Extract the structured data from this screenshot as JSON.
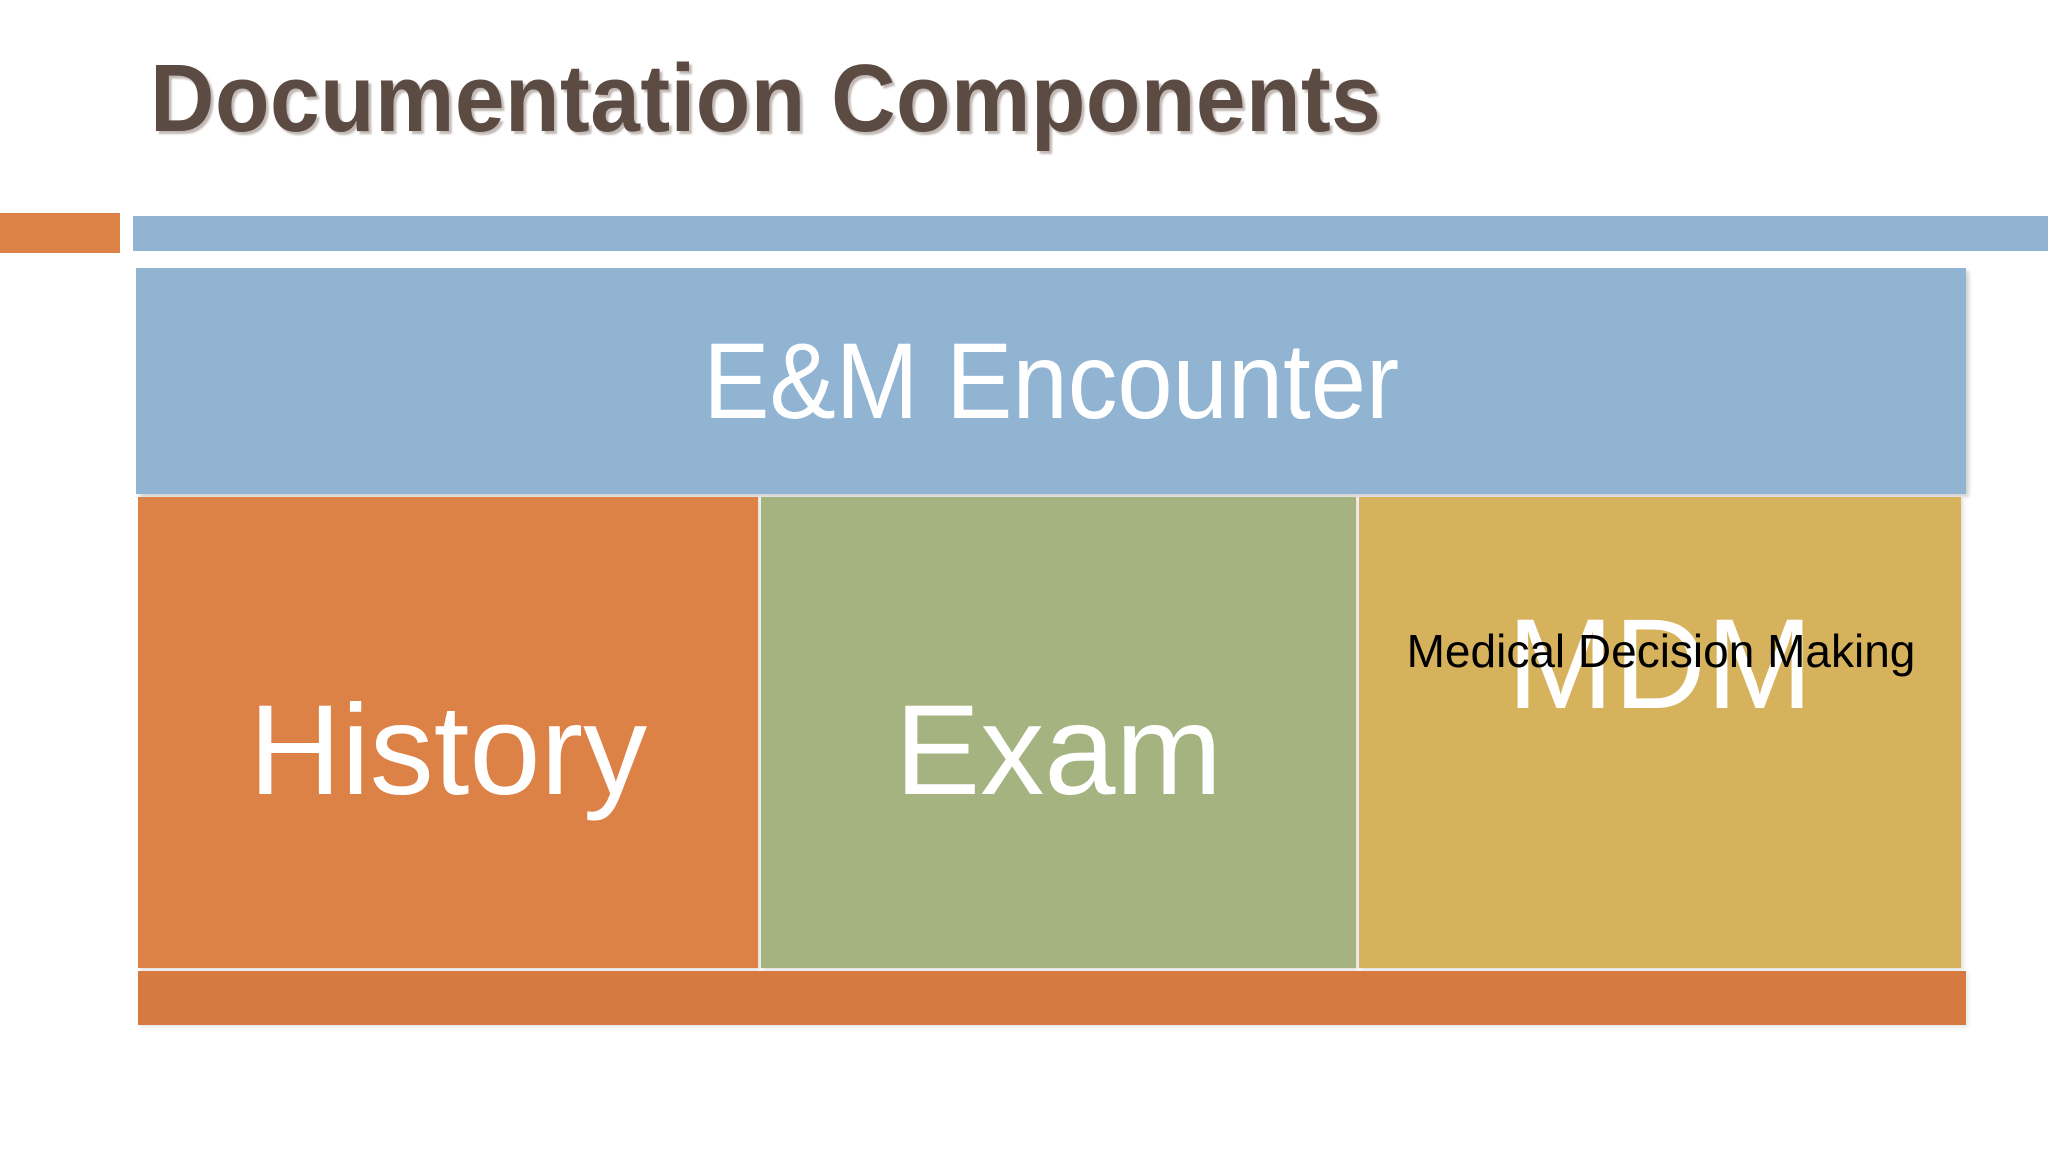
{
  "slide": {
    "title": "Documentation Components",
    "background_color": "#ffffff",
    "title_color": "#5b4b43"
  },
  "accents": {
    "title_tab_color": "#dd8247",
    "title_rule_color": "#92b4d3",
    "bottom_bar_color": "#d67a42"
  },
  "diagram": {
    "type": "hierarchy",
    "parent": {
      "label": "E&M Encounter",
      "color": "#92b4d3",
      "text_color": "#ffffff"
    },
    "children": [
      {
        "label": "History",
        "subtitle": "",
        "color": "#dd8247",
        "text_color": "#ffffff"
      },
      {
        "label": "Exam",
        "subtitle": "",
        "color": "#a5b380",
        "text_color": "#ffffff"
      },
      {
        "label": "MDM",
        "subtitle": "Medical Decision Making",
        "color": "#d7b25c",
        "text_color": "#ffffff",
        "subtitle_color": "#000000"
      }
    ]
  }
}
